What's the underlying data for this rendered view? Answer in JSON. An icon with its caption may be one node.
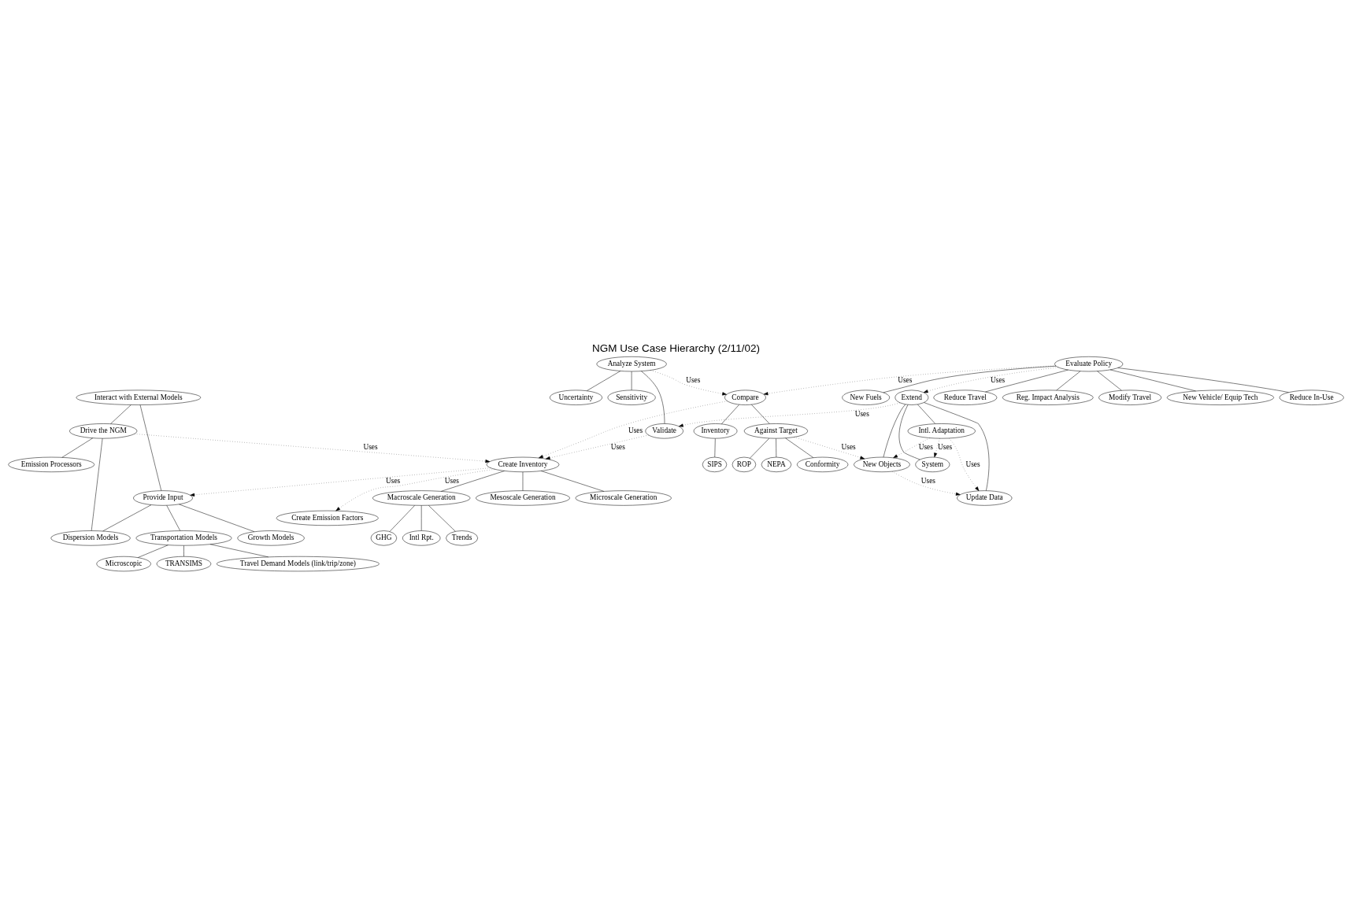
{
  "diagram": {
    "title": "NGM Use Case Hierarchy (2/11/02)",
    "nodes": [
      {
        "text": [
          "Interact with External Models"
        ]
      },
      {
        "text": [
          "Drive the NGM"
        ]
      },
      {
        "text": [
          "Provide Input"
        ]
      },
      {
        "text": [
          "Transportation Models"
        ]
      },
      {
        "text": [
          "Emission Processors"
        ]
      },
      {
        "text": [
          "Growth Models"
        ]
      },
      {
        "text": [
          "Dispersion Models"
        ]
      },
      {
        "text": [
          "Microscopic"
        ]
      },
      {
        "text": [
          "TRANSIMS"
        ]
      },
      {
        "text": [
          "Travel Demand Models (link/trip/zone)"
        ]
      },
      {
        "text": [
          "Create Emission Factors"
        ]
      },
      {
        "text": [
          "Create Inventory"
        ]
      },
      {
        "text": [
          "Macroscale Generation"
        ]
      },
      {
        "text": [
          "Mesoscale Generation"
        ]
      },
      {
        "text": [
          "Microscale Generation"
        ]
      },
      {
        "text": [
          "Trends"
        ]
      },
      {
        "text": [
          "GHG"
        ]
      },
      {
        "text": [
          "Intl Rpt."
        ]
      },
      {
        "text": [
          "Evaluate Policy"
        ]
      },
      {
        "text": [
          "Reduce Travel"
        ]
      },
      {
        "text": [
          "Reg. Impact Analysis"
        ]
      },
      {
        "text": [
          "Modify Travel"
        ]
      },
      {
        "text": [
          "New Vehicle/ Equip Tech"
        ]
      },
      {
        "text": [
          "Reduce In-Use"
        ]
      },
      {
        "text": [
          "New Fuels"
        ]
      },
      {
        "text": [
          "Compare"
        ]
      },
      {
        "text": [
          "Inventory"
        ]
      },
      {
        "text": [
          "Against Target"
        ]
      },
      {
        "text": [
          "SIPS"
        ]
      },
      {
        "text": [
          "Conformity"
        ]
      },
      {
        "text": [
          "ROP"
        ]
      },
      {
        "text": [
          "NEPA"
        ]
      },
      {
        "text": [
          "Extend"
        ]
      },
      {
        "text": [
          "Analyze System"
        ]
      },
      {
        "text": [
          "Uncertainty"
        ]
      },
      {
        "text": [
          "Sensitivity"
        ]
      },
      {
        "text": [
          "Validate"
        ]
      },
      {
        "text": [
          "System"
        ]
      },
      {
        "text": [
          "New Objects"
        ]
      },
      {
        "text": [
          "Intl. Adaptation"
        ]
      },
      {
        "text": [
          "Update Data"
        ]
      }
    ],
    "edges": [
      {
        "from": 0,
        "to": 1,
        "arrow": "none"
      },
      {
        "from": 0,
        "to": 2,
        "arrow": "none"
      },
      {
        "from": 1,
        "to": 4,
        "arrow": "none"
      },
      {
        "from": 1,
        "to": 6,
        "arrow": "none"
      },
      {
        "from": 2,
        "to": 5,
        "arrow": "none"
      },
      {
        "from": 2,
        "to": 6,
        "arrow": "none"
      },
      {
        "from": 2,
        "to": 3,
        "arrow": "none"
      },
      {
        "from": 3,
        "to": 8,
        "arrow": "none"
      },
      {
        "from": 3,
        "to": 9,
        "arrow": "none"
      },
      {
        "from": 3,
        "to": 7,
        "arrow": "none"
      },
      {
        "from": 11,
        "to": 12,
        "arrow": "none"
      },
      {
        "from": 11,
        "to": 13,
        "arrow": "none"
      },
      {
        "from": 11,
        "to": 14,
        "arrow": "none"
      },
      {
        "from": 12,
        "to": 15,
        "arrow": "none"
      },
      {
        "from": 12,
        "to": 16,
        "arrow": "none"
      },
      {
        "from": 12,
        "to": 17,
        "arrow": "none"
      },
      {
        "from": 18,
        "to": 20,
        "arrow": "none"
      },
      {
        "from": 18,
        "to": 22,
        "arrow": "none"
      },
      {
        "from": 18,
        "to": 24,
        "arrow": "none"
      },
      {
        "from": 18,
        "to": 23,
        "arrow": "none"
      },
      {
        "from": 18,
        "to": 21,
        "arrow": "none"
      },
      {
        "from": 18,
        "to": 19,
        "arrow": "none"
      },
      {
        "from": 25,
        "to": 26,
        "arrow": "none"
      },
      {
        "from": 25,
        "to": 27,
        "arrow": "none"
      },
      {
        "from": 26,
        "to": 28,
        "arrow": "none"
      },
      {
        "from": 27,
        "to": 29,
        "arrow": "none"
      },
      {
        "from": 27,
        "to": 31,
        "arrow": "none"
      },
      {
        "from": 27,
        "to": 30,
        "arrow": "none"
      },
      {
        "from": 32,
        "to": 37,
        "arrow": "none"
      },
      {
        "from": 32,
        "to": 39,
        "arrow": "none"
      },
      {
        "from": 32,
        "to": 40,
        "arrow": "none"
      },
      {
        "from": 32,
        "to": 38,
        "arrow": "none"
      },
      {
        "from": 33,
        "to": 34,
        "arrow": "none"
      },
      {
        "from": 33,
        "to": 35,
        "arrow": "none"
      },
      {
        "from": 33,
        "to": 36,
        "arrow": "none"
      },
      {
        "from": 1,
        "to": 11,
        "arrow": "to",
        "label": "Uses",
        "style": "dashed"
      },
      {
        "from": 11,
        "to": 2,
        "arrow": "to",
        "label": "Uses",
        "style": "dashed"
      },
      {
        "from": 11,
        "to": 10,
        "arrow": "to",
        "label": "Uses",
        "style": "dashed"
      },
      {
        "from": 25,
        "to": 11,
        "arrow": "to",
        "label": "Uses",
        "style": "dashed"
      },
      {
        "from": 18,
        "to": 25,
        "arrow": "to",
        "label": "Uses",
        "style": "dashed"
      },
      {
        "from": 18,
        "to": 32,
        "arrow": "to",
        "label": "Uses",
        "style": "dashed"
      },
      {
        "from": 33,
        "to": 25,
        "arrow": "to",
        "label": "Uses",
        "style": "dashed"
      },
      {
        "from": 36,
        "to": 11,
        "arrow": "to",
        "label": "Uses",
        "style": "dashed"
      },
      {
        "from": 32,
        "to": 36,
        "arrow": "to",
        "label": "Uses",
        "style": "dashed"
      },
      {
        "from": 27,
        "to": 38,
        "arrow": "to",
        "label": "Uses",
        "style": "dashed"
      },
      {
        "from": 38,
        "to": 40,
        "arrow": "to",
        "label": "Uses",
        "style": "dashed"
      },
      {
        "from": 39,
        "to": 37,
        "arrow": "to",
        "label": "Uses",
        "style": "dashed"
      },
      {
        "from": 39,
        "to": 38,
        "arrow": "to",
        "label": "Uses",
        "style": "dashed"
      },
      {
        "from": 39,
        "to": 40,
        "arrow": "to",
        "label": "Uses",
        "style": "dashed"
      }
    ]
  }
}
